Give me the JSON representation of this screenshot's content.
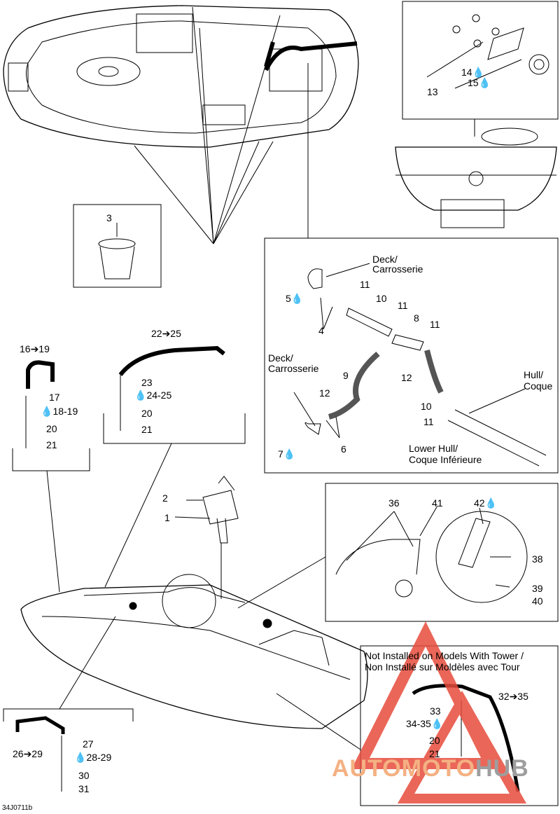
{
  "labels": {
    "n1": "1",
    "n2": "2",
    "n3": "3",
    "n4": "4",
    "n5": "5",
    "n6": "6",
    "n7": "7",
    "n8": "8",
    "n9": "9",
    "n10a": "10",
    "n10b": "10",
    "n11a": "11",
    "n11b": "11",
    "n11c": "11",
    "n11d": "11",
    "n12a": "12",
    "n12b": "12",
    "n13": "13",
    "n14": "14",
    "n15": "15",
    "n16_19": "16➔19",
    "n17": "17",
    "n18_19": "18-19",
    "n20a": "20",
    "n21a": "21",
    "n22_25": "22➔25",
    "n23": "23",
    "n24_25": "24-25",
    "n20b": "20",
    "n21b": "21",
    "n26_29": "26➔29",
    "n27": "27",
    "n28_29": "28-29",
    "n30": "30",
    "n31": "31",
    "n32_35": "32➔35",
    "n33": "33",
    "n34_35": "34-35",
    "n20c": "20",
    "n21c": "21",
    "n36": "36",
    "n38": "38",
    "n39": "39",
    "n40": "40",
    "n41": "41",
    "n42": "42"
  },
  "callouts": {
    "deck1": "Deck/",
    "carr1": "Carrosserie",
    "deck2": "Deck/",
    "carr2": "Carrosserie",
    "hull": "Hull/",
    "coque": "Coque",
    "lowerhull": "Lower Hull/",
    "coqueinf": "Coque Inférieure"
  },
  "note": {
    "line1": "Not Installed on Models With Tower /",
    "line2": "Non Installé sur Moldèles avec Tour"
  },
  "drawing_id": "34J0711b",
  "watermark": {
    "part1": "AUTOMOTO",
    "part2": "HUB"
  },
  "colors": {
    "line": "#000000",
    "watermark_red": "#e74c3c",
    "watermark_orange": "#f4b183",
    "watermark_gray": "#9e9e9e"
  }
}
